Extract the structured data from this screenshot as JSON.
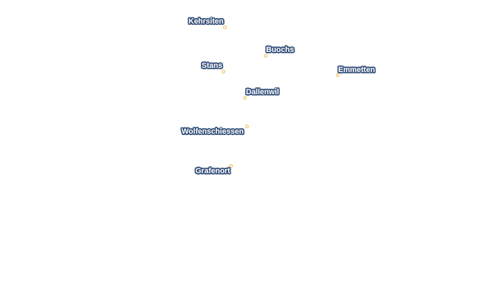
{
  "places": [
    {
      "id": "kehrsiten",
      "name": "Kehrsiten"
    },
    {
      "id": "buochs",
      "name": "Buochs"
    },
    {
      "id": "stans",
      "name": "Stans"
    },
    {
      "id": "emmetten",
      "name": "Emmetten"
    },
    {
      "id": "dallenwil",
      "name": "Dallenwil"
    },
    {
      "id": "wolfenschiessen",
      "name": "Wolfenschiessen"
    },
    {
      "id": "grafenort",
      "name": "Grafenort"
    }
  ],
  "colors": {
    "marker": "#f0b743",
    "label_fill": "#ffffff",
    "label_halo": "#34507a",
    "background": "#ffffff"
  }
}
